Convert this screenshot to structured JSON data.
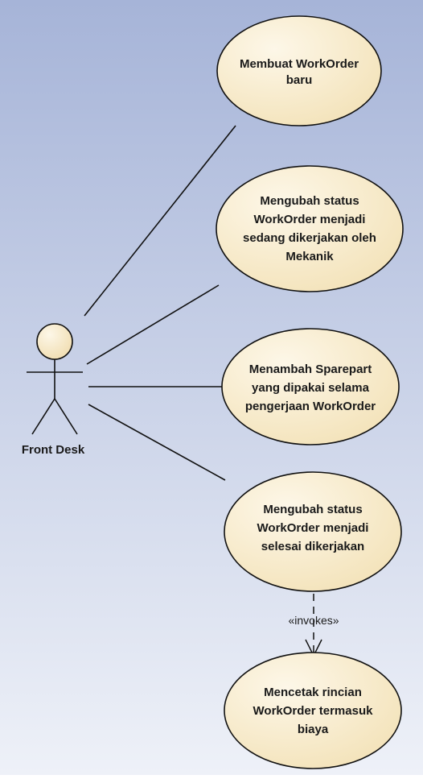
{
  "diagram": {
    "actor": {
      "name": "Front Desk",
      "fill_color": "#f5e6c4"
    },
    "use_cases": [
      {
        "id": "uc1",
        "lines": [
          "Membuat WorkOrder",
          "baru"
        ]
      },
      {
        "id": "uc2",
        "lines": [
          "Mengubah status",
          "WorkOrder menjadi",
          "sedang dikerjakan oleh",
          "Mekanik"
        ]
      },
      {
        "id": "uc3",
        "lines": [
          "Menambah Sparepart",
          "yang dipakai selama",
          "pengerjaan WorkOrder"
        ]
      },
      {
        "id": "uc4",
        "lines": [
          "Mengubah status",
          "WorkOrder menjadi",
          "selesai dikerjakan"
        ]
      },
      {
        "id": "uc5",
        "lines": [
          "Mencetak rincian",
          "WorkOrder termasuk",
          "biaya"
        ]
      }
    ],
    "relationship": {
      "stereotype": "«invokes»",
      "from": "uc4",
      "to": "uc5"
    },
    "colors": {
      "background_top": "#a6b4d8",
      "background_bottom": "#eef1f8",
      "usecase_fill": "#f7eacb",
      "stroke": "#111111"
    }
  }
}
